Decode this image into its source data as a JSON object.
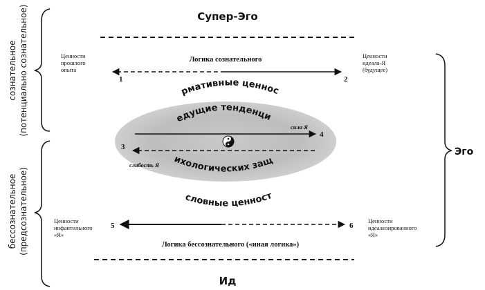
{
  "title_top": "Супер-Эго",
  "title_bottom": "Ид",
  "ego_label": "Эго",
  "side_upper": {
    "line1": "сознательное",
    "line2": "(потенциально сознательное)"
  },
  "side_lower": {
    "line1": "бессознательное",
    "line2": "(предсознательное)"
  },
  "logic_conscious": "Логика сознательного",
  "logic_unconscious": "Логика бессознательного («иная логика»)",
  "values": {
    "past_experience": [
      "Ценности",
      "прошлого",
      "опыта"
    ],
    "ideal_self": [
      "Ценности",
      "идеала-Я",
      "(будущее)"
    ],
    "infantile_self": [
      "Ценности",
      "инфантильного",
      "«Я»"
    ],
    "idealized_self": [
      "Ценности",
      "идеализированного",
      "«Я»"
    ]
  },
  "numbers": [
    "1",
    "2",
    "3",
    "4",
    "5",
    "6"
  ],
  "arc_texts": {
    "normative": "Нормативные ценности",
    "leading": "ведущие тенденции",
    "defenses": "психологических защит",
    "conditional": "Условные ценности"
  },
  "ego_strength": "сила Я",
  "ego_weakness": "слабость Я",
  "icons": {
    "center": "yin-yang-icon"
  }
}
